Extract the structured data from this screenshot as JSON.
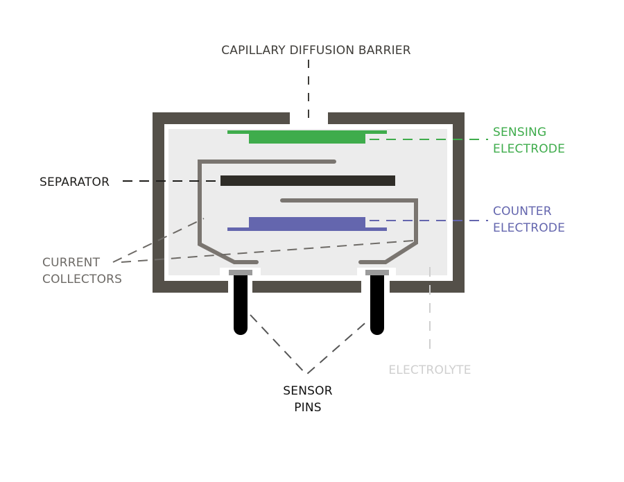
{
  "title": "Electrochemical gas sensor cross-section",
  "colors": {
    "housing": "#545049",
    "interior": "#ececec",
    "sensing": "#3fac4c",
    "counter": "#6466ae",
    "separator": "#2f2d28",
    "collector": "#7a7570",
    "pin": "#000000",
    "pin_cap": "#9b9b9b",
    "label_dark": "#2c2a27",
    "label_gray": "#6d6a66",
    "label_light": "#cfcfcf"
  },
  "labels": {
    "capillary": "CAPILLARY DIFFUSION BARRIER",
    "sensing": [
      "SENSING",
      "ELECTRODE"
    ],
    "separator": "SEPARATOR",
    "counter": [
      "COUNTER",
      "ELECTRODE"
    ],
    "collectors": [
      "CURRENT",
      "COLLECTORS"
    ],
    "electrolyte": "ELECTROLYTE",
    "pins": [
      "SENSOR",
      "PINS"
    ]
  }
}
